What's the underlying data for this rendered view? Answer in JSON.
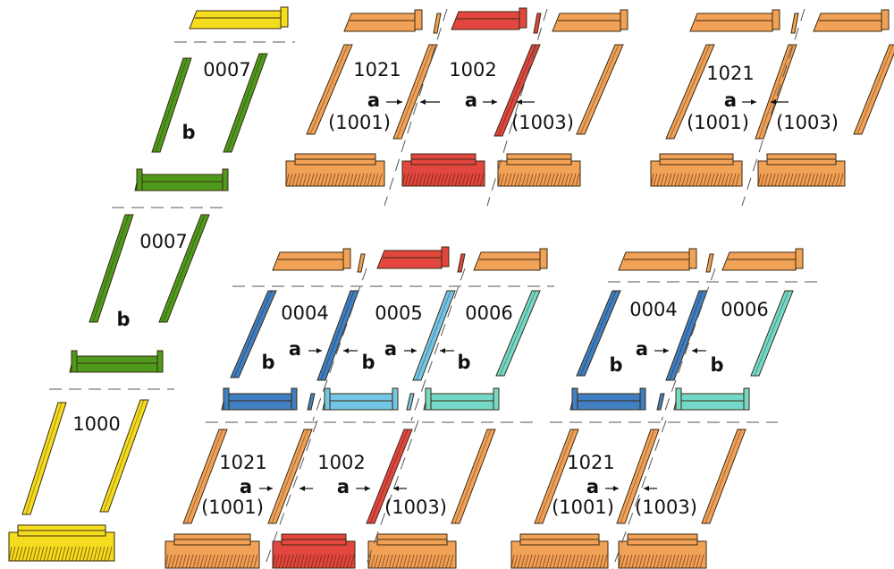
{
  "colors": {
    "yellow": "#f4dc1e",
    "green": "#4f9a1c",
    "orange": "#f2a257",
    "red": "#e2463f",
    "blue": "#3f7fc2",
    "light_blue": "#74c6e6",
    "teal": "#74d9c8",
    "outline": "#3a2a10"
  },
  "labels": [
    "0007",
    "b",
    "0007",
    "b",
    "1000",
    "1021",
    "a",
    "(1001)",
    "1002",
    "a",
    "(1003)",
    "1021",
    "a",
    "(1001)",
    "(1003)",
    "0004",
    "0005",
    "0006",
    "a",
    "a",
    "b",
    "b",
    "b",
    "0004",
    "0006",
    "a",
    "b",
    "b",
    "1021",
    "a",
    "(1001)",
    "1002",
    "a",
    "(1003)",
    "1021",
    "a",
    "(1001)",
    "(1003)"
  ]
}
